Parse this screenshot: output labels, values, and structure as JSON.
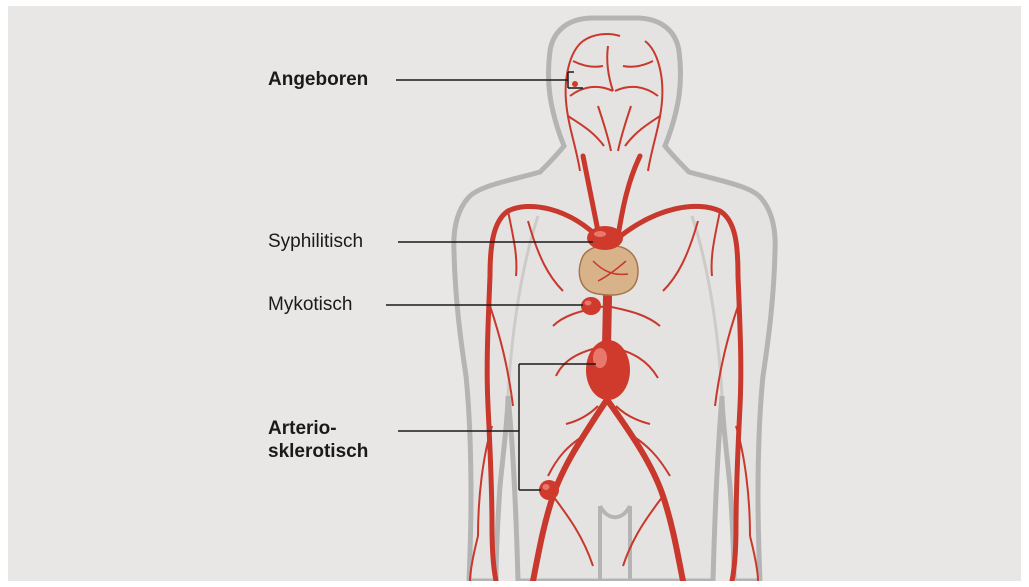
{
  "labels": {
    "congenital": "Angeboren",
    "syphilitic": "Syphilitisch",
    "mycotic": "Mykotisch",
    "arterio_line1": "Arterio-",
    "arterio_line2": "sklerotisch"
  },
  "colors": {
    "background": "#e8e7e5",
    "body_outline": "#b4b4b4",
    "artery": "#c8382c",
    "aneurysm": "#cf3a2d",
    "heart": "#d8b38a",
    "leader_line": "#1a1a1a"
  },
  "icons": {
    "heart": "heart-illustration",
    "body": "human-body-silhouette"
  }
}
